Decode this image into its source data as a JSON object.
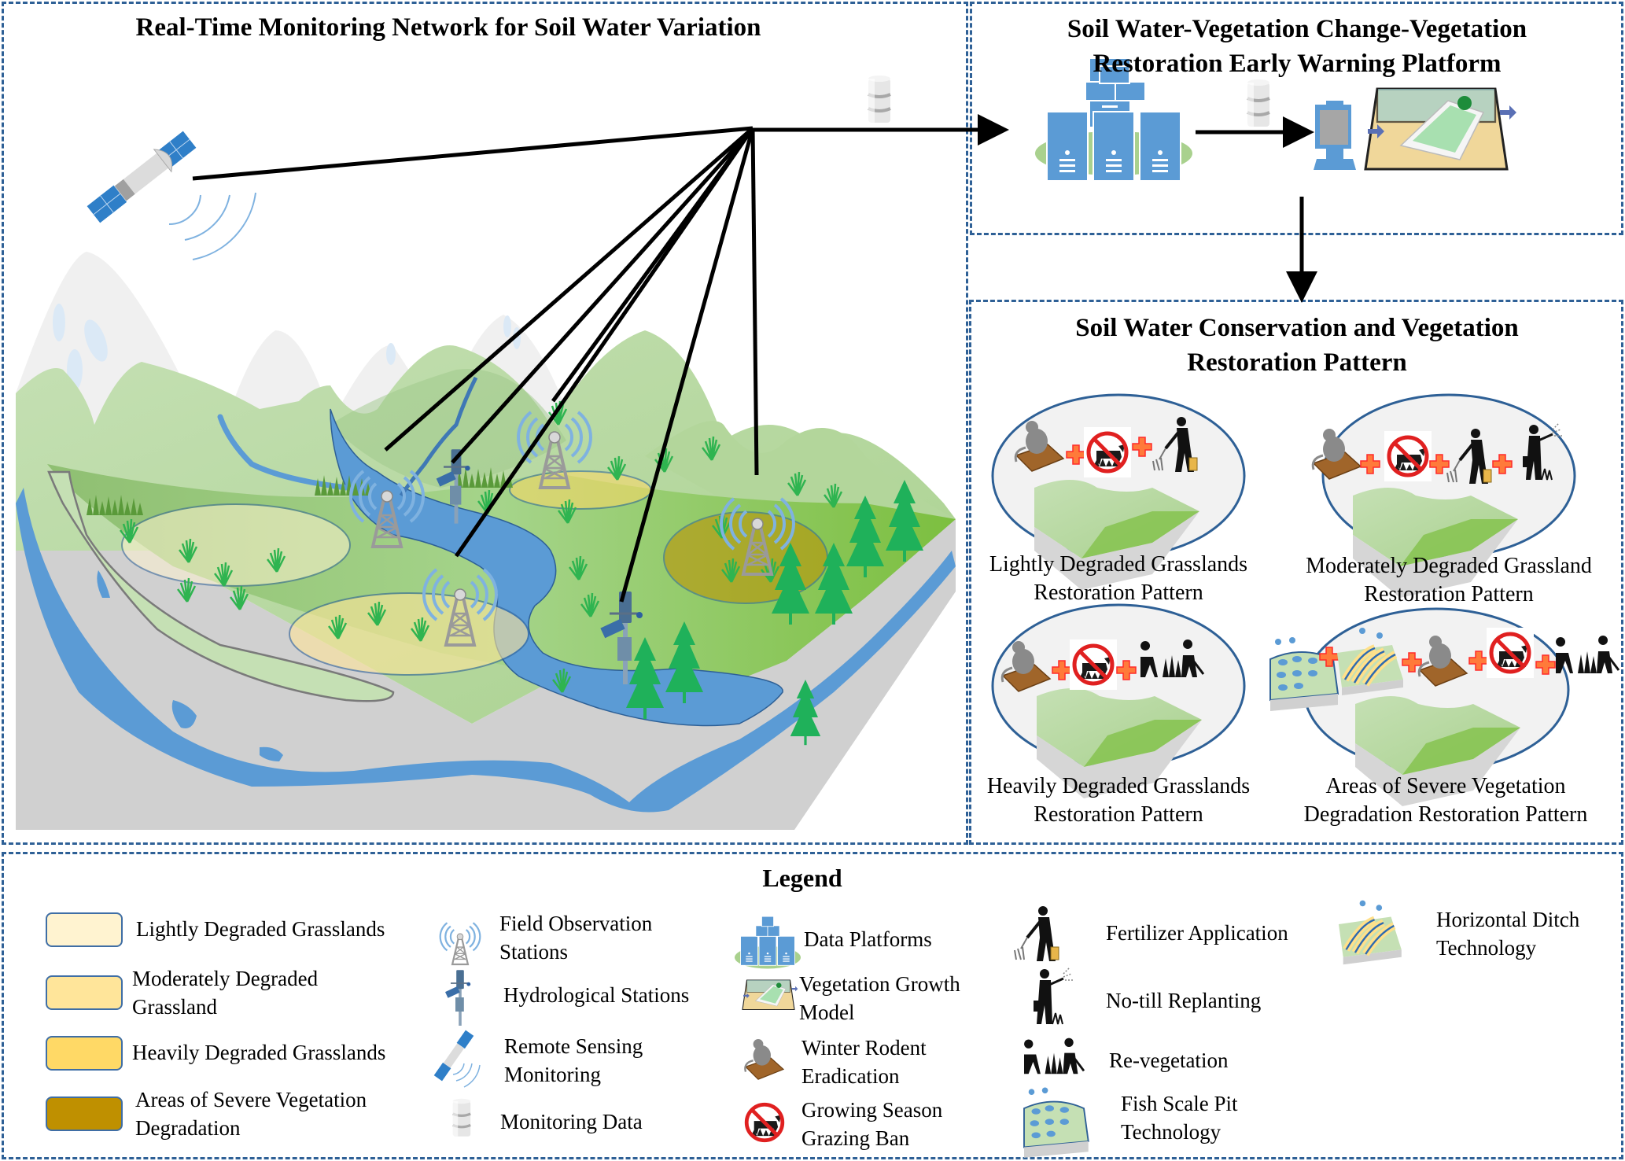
{
  "panels": {
    "monitoring": {
      "title": "Real-Time Monitoring Network for Soil Water Variation"
    },
    "platform": {
      "title_line1": "Soil Water-Vegetation Change-Vegetation",
      "title_line2": "Restoration Early Warning Platform"
    },
    "restoration": {
      "title_line1": "Soil Water Conservation and Vegetation",
      "title_line2": "Restoration Pattern",
      "patterns": [
        {
          "line1": "Lightly Degraded Grasslands",
          "line2": "Restoration Pattern",
          "measures": [
            "winter-rodent-eradication",
            "growing-season-grazing-ban",
            "fertilizer-application"
          ]
        },
        {
          "line1": "Moderately Degraded Grassland",
          "line2": "Restoration Pattern",
          "measures": [
            "winter-rodent-eradication",
            "growing-season-grazing-ban",
            "fertilizer-application",
            "no-till-replanting"
          ]
        },
        {
          "line1": "Heavily Degraded Grasslands",
          "line2": "Restoration Pattern",
          "measures": [
            "winter-rodent-eradication",
            "growing-season-grazing-ban",
            "re-vegetation"
          ]
        },
        {
          "line1": "Areas of Severe Vegetation",
          "line2": "Degradation Restoration Pattern",
          "measures": [
            "fish-scale-pit-technology",
            "horizontal-ditch-technology",
            "winter-rodent-eradication",
            "growing-season-grazing-ban",
            "re-vegetation"
          ]
        }
      ]
    }
  },
  "legend": {
    "title": "Legend",
    "areas": [
      {
        "label_line1": "Lightly Degraded Grasslands",
        "label_line2": "",
        "color": "#fff3d0"
      },
      {
        "label_line1": "Moderately Degraded",
        "label_line2": "Grassland",
        "color": "#ffe59a"
      },
      {
        "label_line1": "Heavily Degraded Grasslands",
        "label_line2": "",
        "color": "#ffd966"
      },
      {
        "label_line1": "Areas of Severe Vegetation",
        "label_line2": "Degradation",
        "color": "#bf9000"
      }
    ],
    "stations": [
      {
        "label_line1": "Field Observation",
        "label_line2": "Stations",
        "icon": "field-observation-tower-icon"
      },
      {
        "label_line1": "Hydrological Stations",
        "label_line2": "",
        "icon": "hydrological-station-icon"
      },
      {
        "label_line1": "Remote Sensing",
        "label_line2": "Monitoring",
        "icon": "satellite-icon"
      },
      {
        "label_line1": "Monitoring Data",
        "label_line2": "",
        "icon": "database-icon"
      }
    ],
    "platforms": [
      {
        "label_line1": "Data Platforms",
        "label_line2": "",
        "icon": "server-cluster-icon"
      },
      {
        "label_line1": "Vegetation Growth",
        "label_line2": "Model",
        "icon": "vegetation-model-icon"
      },
      {
        "label_line1": "Winter Rodent",
        "label_line2": "Eradication",
        "icon": "rodent-trap-icon"
      },
      {
        "label_line1": "Growing Season",
        "label_line2": "Grazing Ban",
        "icon": "no-grazing-icon"
      }
    ],
    "measures": [
      {
        "label_line1": "Fertilizer Application",
        "label_line2": "",
        "icon": "fertilizer-worker-icon"
      },
      {
        "label_line1": "No-till Replanting",
        "label_line2": "",
        "icon": "replanting-worker-icon"
      },
      {
        "label_line1": "Re-vegetation",
        "label_line2": "",
        "icon": "revegetation-workers-icon"
      },
      {
        "label_line1": "Fish Scale Pit",
        "label_line2": "Technology",
        "icon": "fish-scale-pit-icon"
      }
    ],
    "techniques": [
      {
        "label_line1": "Horizontal Ditch",
        "label_line2": "Technology",
        "icon": "horizontal-ditch-icon"
      }
    ]
  },
  "colors": {
    "border": "#2e6096",
    "water": "#5b9bd5",
    "server": "#5b9bd5",
    "grass_light": "#c5e0b4",
    "grass": "#7fbf4d",
    "rock": "#d0d0d0",
    "plus": "#ff4b2b",
    "ban_red": "#e02020"
  }
}
